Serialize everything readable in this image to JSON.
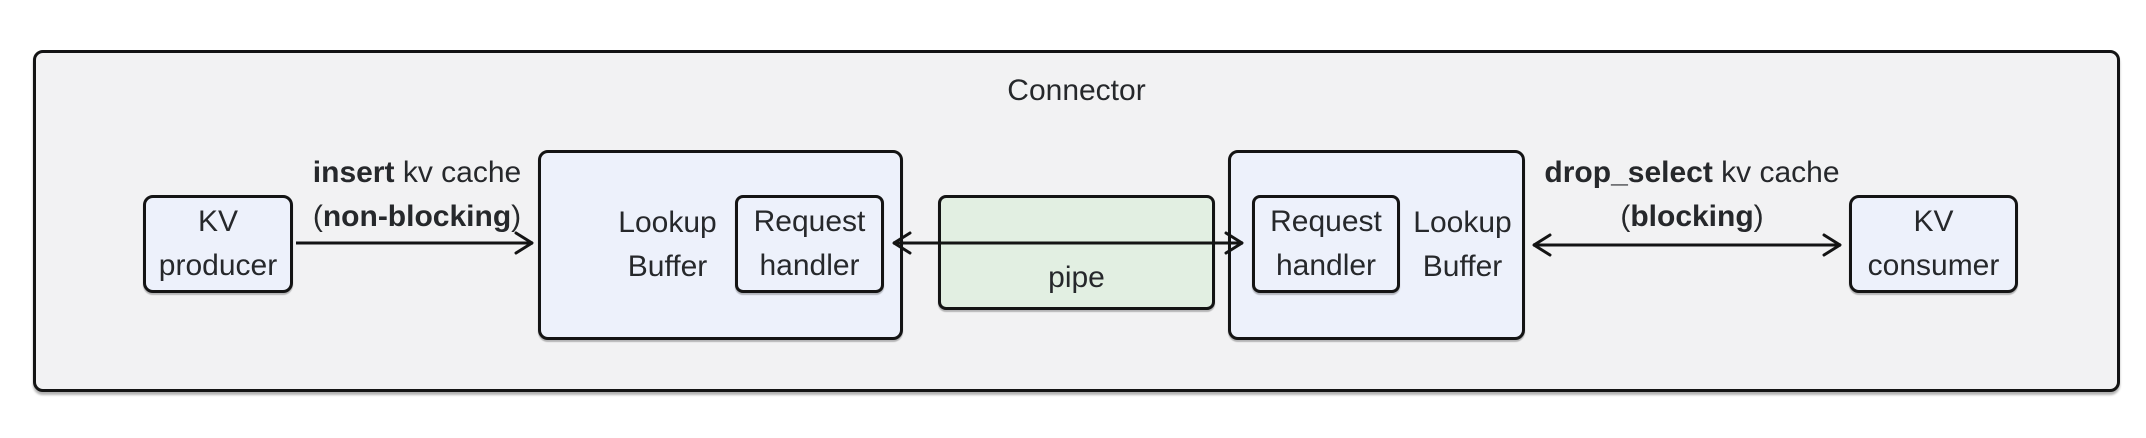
{
  "title": "Connector",
  "nodes": {
    "kv_producer": {
      "line1": "KV",
      "line2": "producer"
    },
    "lookup_buffer_left": {
      "line1": "Lookup",
      "line2": "Buffer"
    },
    "request_handler_left": {
      "line1": "Request",
      "line2": "handler"
    },
    "pipe": {
      "label": "pipe"
    },
    "request_handler_right": {
      "line1": "Request",
      "line2": "handler"
    },
    "lookup_buffer_right": {
      "line1": "Lookup",
      "line2": "Buffer"
    },
    "kv_consumer": {
      "line1": "KV",
      "line2": "consumer"
    }
  },
  "edges": {
    "insert": {
      "bold1": "insert",
      "rest1": " kv cache",
      "open2": "(",
      "bold2": "non-blocking",
      "close2": ")"
    },
    "drop_select": {
      "bold1": "drop_select",
      "rest1": " kv cache",
      "open2": "(",
      "bold2": "blocking",
      "close2": ")"
    }
  },
  "colors": {
    "container_fill": "#f2f2f3",
    "node_fill": "#edf1fb",
    "pipe_fill": "#e2efe2",
    "border": "#141414",
    "text": "#26282b"
  }
}
